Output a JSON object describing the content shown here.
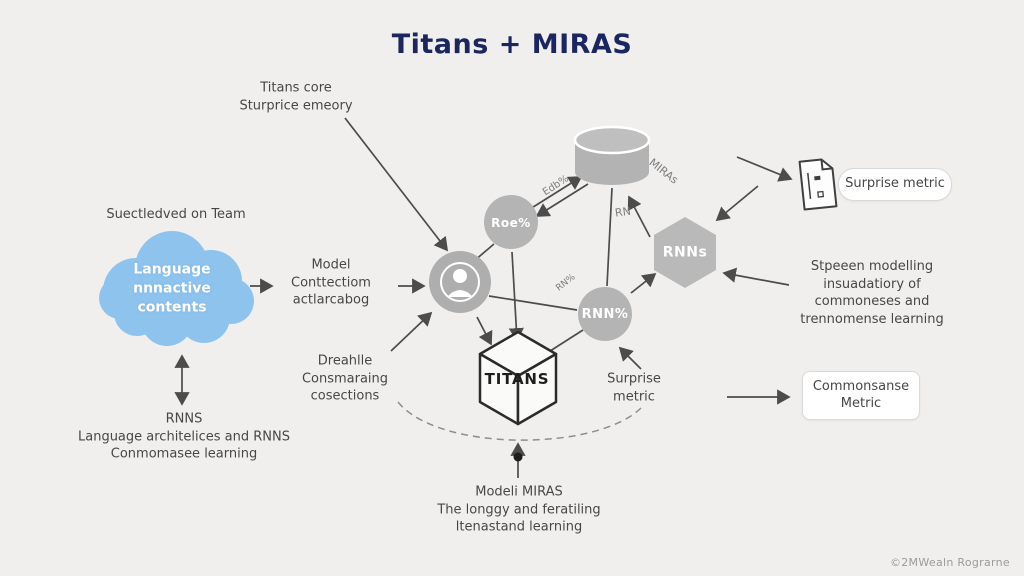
{
  "title": "Titans + MIRAS",
  "labels": {
    "titans_core": "Titans core\nSturprice emeory",
    "selected_team": "Suectledved on Team",
    "cloud": "Language\nnnnactive\ncontents",
    "model_connection": "Model\nConttectiom\nactlarcabog",
    "dreahlle": "Dreahlle\nConsmaraing\ncosections",
    "rnns_block": "RNNS\nLanguage architelices and RNNS\nConmomasee learning",
    "surprise_center": "Surprise\nmetric",
    "right_paragraph": "Stpeeen modelling\ninsuadatiory of\ncommoneses and\ntrennomense learning",
    "surprise_box": "Surprise metric",
    "commonsense_box": "Commonsanse\nMetric",
    "miras_model": "Modeli MIRAS\nThe longgy and feratiling\nltenastand learning",
    "watermark": "©2MWealn Rograrne"
  },
  "nodes": {
    "roe_circle": "Roe%",
    "rnn_circle": "RNN%",
    "rnns_hexagon": "RNNs",
    "titans_cube": "TITANS",
    "miras_rotated": "MIRAs",
    "edb_arrow_label": "Edb%",
    "rn_arrow_label": "RN",
    "rn_pct_arrow_label": "RN%"
  },
  "colors": {
    "background": "#f0efed",
    "title": "#1b2660",
    "cloud": "#8ec3ee",
    "node_gray": "#b3b3b3",
    "arrow": "#4c4c4c",
    "text": "#474747"
  }
}
